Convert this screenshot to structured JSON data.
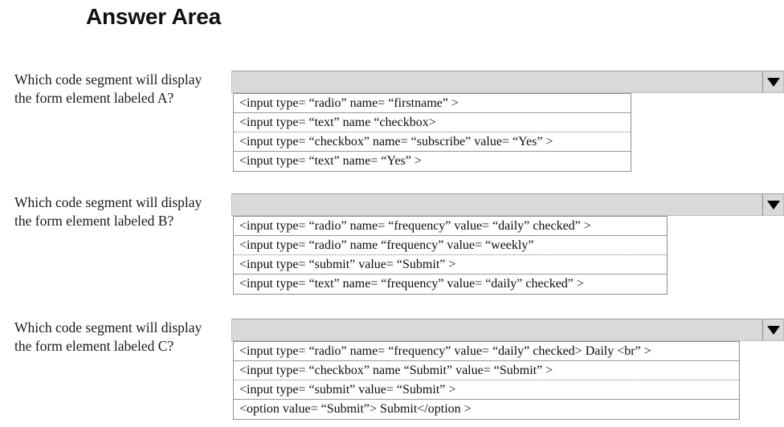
{
  "page": {
    "title": "Answer Area",
    "background": "#ffffff",
    "combo_fill": "#d9d9d9",
    "option_fill": "#ffffff",
    "text_color": "#111111"
  },
  "questions": [
    {
      "id": "question-a",
      "prompt_line1": "Which code segment will display",
      "prompt_line2": "the form element labeled A?",
      "dropdown": {
        "selected_value": "",
        "arrow_icon": "triangle-down-icon",
        "expanded": true,
        "options": [
          "<input type= “radio” name= “firstname” >",
          "<input type= “text” name “checkbox>",
          "<input type= “checkbox” name= “subscribe” value= “Yes” >",
          "<input type= “text” name= “Yes” >"
        ]
      }
    },
    {
      "id": "question-b",
      "prompt_line1": "Which code segment will display",
      "prompt_line2": "the form element labeled B?",
      "dropdown": {
        "selected_value": "",
        "arrow_icon": "triangle-down-icon",
        "expanded": true,
        "options": [
          "<input type= “radio” name= “frequency” value= “daily” checked” >",
          "<input type= “radio” name “frequency” value= “weekly”",
          "<input type= “submit” value= “Submit” >",
          "<input type= “text” name= “frequency” value= “daily” checked” >"
        ]
      }
    },
    {
      "id": "question-c",
      "prompt_line1": "Which code segment will display",
      "prompt_line2": "the form element labeled C?",
      "dropdown": {
        "selected_value": "",
        "arrow_icon": "triangle-down-icon",
        "expanded": true,
        "options": [
          "<input type= “radio” name= “frequency” value= “daily” checked> Daily <br” >",
          "<input type= “checkbox” name “Submit” value= “Submit” >",
          "<input type= “submit” value= “Submit” >",
          "<option value= “Submit”> Submit</option >"
        ]
      }
    }
  ]
}
